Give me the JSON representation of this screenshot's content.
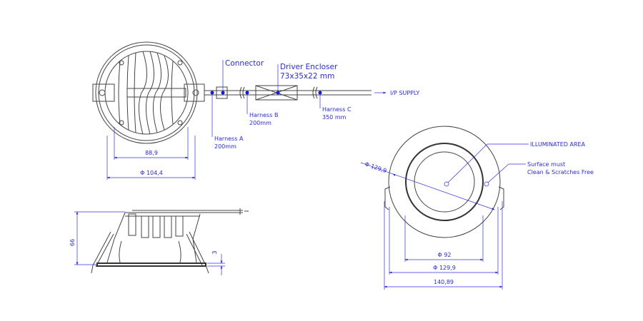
{
  "top_view": {
    "connector_label": "Connector",
    "driver_label": "Driver Encloser",
    "driver_size": "73x35x22 mm",
    "harness_a_label": "Harness A",
    "harness_a_length": "200mm",
    "harness_b_label": "Harness B",
    "harness_b_length": "200mm",
    "harness_c_label": "Harness C",
    "harness_c_length": "350 mm",
    "supply_label": "I/P SUPPLY",
    "dim_inner": "88,9",
    "dim_outer": "Φ 104,4"
  },
  "side_view": {
    "dim_height": "66",
    "dim_flange": "3"
  },
  "front_view": {
    "illuminated_label": "ILLUMINATED AREA",
    "surface_line1": "Surface must",
    "surface_line2": "Clean & Scratches Free",
    "dim_diagonal": "Φ 129,9",
    "dim_aperture": "Φ 92",
    "dim_cutout": "Φ 129,9",
    "dim_overall": "140,89"
  },
  "colors": {
    "dimension": "#2a2ad8",
    "outline": "#444444"
  }
}
